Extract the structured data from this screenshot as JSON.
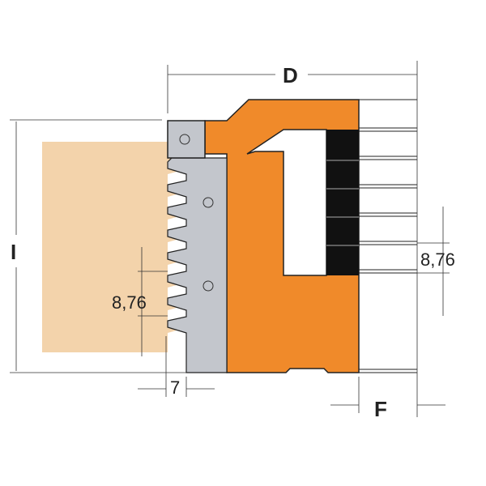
{
  "labels": {
    "D": "D",
    "I": "I",
    "F": "F",
    "tooth_pitch_left": "8,76",
    "tooth_pitch_right": "8,76",
    "tooth_depth": "7"
  },
  "colors": {
    "body": "#f08a2a",
    "cutter": "#c3c6cc",
    "wood": "#f3d3ab",
    "black": "#111111"
  }
}
